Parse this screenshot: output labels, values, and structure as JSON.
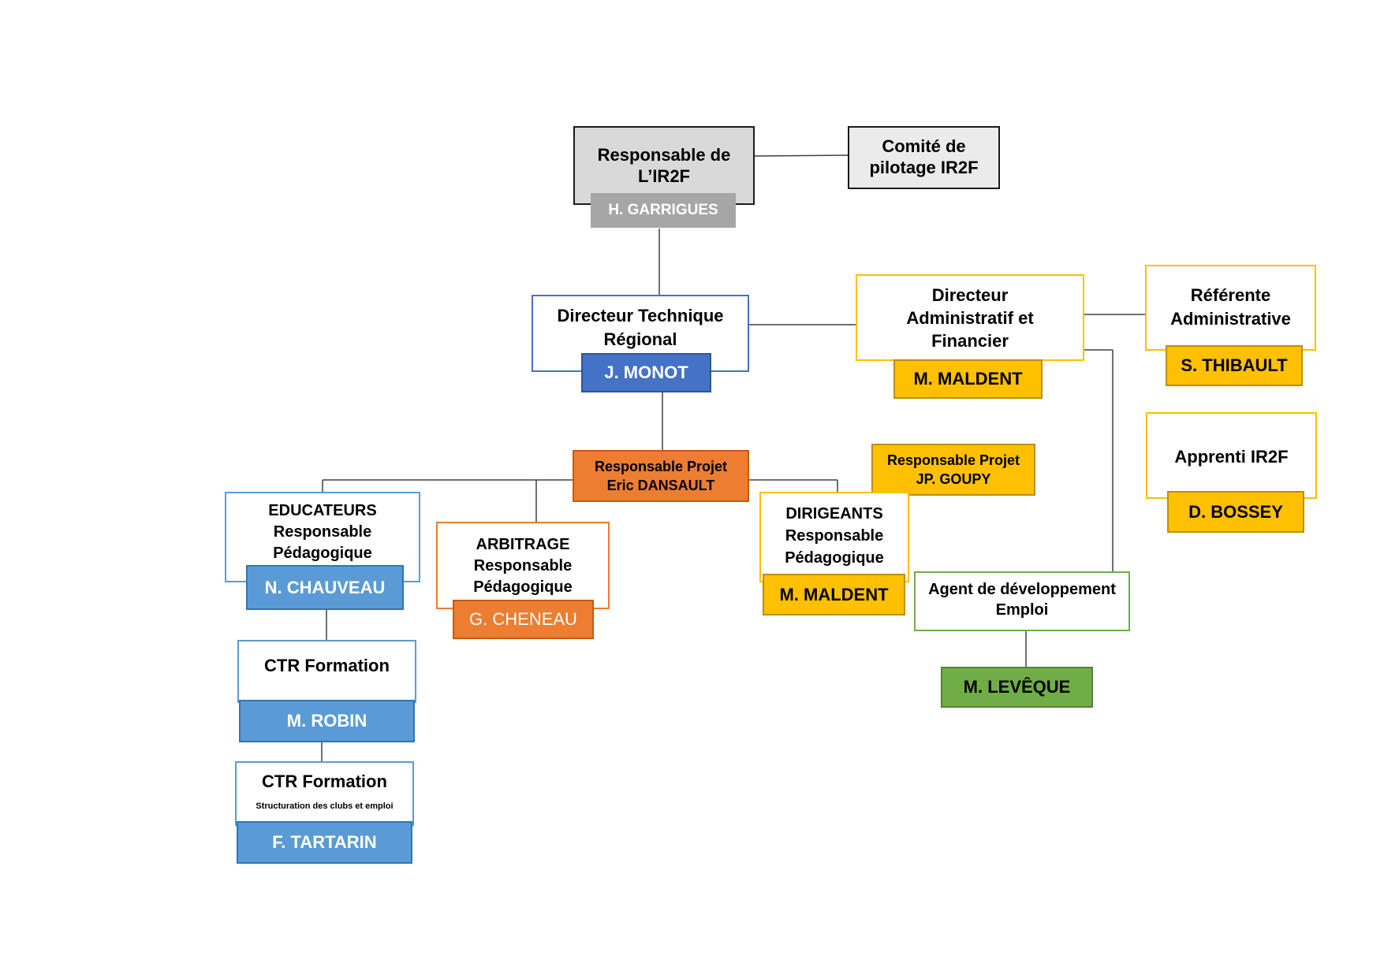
{
  "colors": {
    "grey_border": "#1a1a1a",
    "grey_fill": "#d9d9d9",
    "grey_tag": "#a6a6a6",
    "blue_dark": "#4472c4",
    "blue_light": "#5b9bd5",
    "orange": "#ed7d31",
    "yellow": "#ffc000",
    "green": "#70ad47",
    "line": "#404040"
  },
  "nodes": {
    "responsable_ir2f": {
      "title": "Responsable de L’IR2F",
      "name": "H. GARRIGUES"
    },
    "comite": {
      "title": "Comité de pilotage IR2F"
    },
    "dtr": {
      "title": "Directeur Technique Régional",
      "name": "J. MONOT"
    },
    "daf": {
      "title": "Directeur Administratif et Financier",
      "name": "M. MALDENT"
    },
    "referente": {
      "title": "Référente Administrative",
      "name": "S. THIBAULT"
    },
    "apprenti": {
      "title": "Apprenti IR2F",
      "name": "D. BOSSEY"
    },
    "resp_projet_dansault": {
      "line1": "Responsable Projet",
      "line2": "Eric DANSAULT"
    },
    "resp_projet_goupy": {
      "line1": "Responsable Projet",
      "line2": "JP. GOUPY"
    },
    "educateurs": {
      "line1": "EDUCATEURS",
      "line2": "Responsable Pédagogique",
      "name": "N. CHAUVEAU"
    },
    "arbitrage": {
      "line1": "ARBITRAGE",
      "line2": "Responsable Pédagogique",
      "name": "G. CHENEAU"
    },
    "dirigeants": {
      "line1": "DIRIGEANTS",
      "line2": "Responsable Pédagogique",
      "name": "M. MALDENT"
    },
    "agent_emploi": {
      "title": "Agent de développement Emploi",
      "name": "M. LEVÊQUE"
    },
    "ctr_robin": {
      "title": "CTR Formation",
      "name": "M. ROBIN"
    },
    "ctr_tartarin": {
      "title": "CTR Formation",
      "subtitle": "Structuration des clubs et emploi",
      "name": "F. TARTARIN"
    }
  }
}
